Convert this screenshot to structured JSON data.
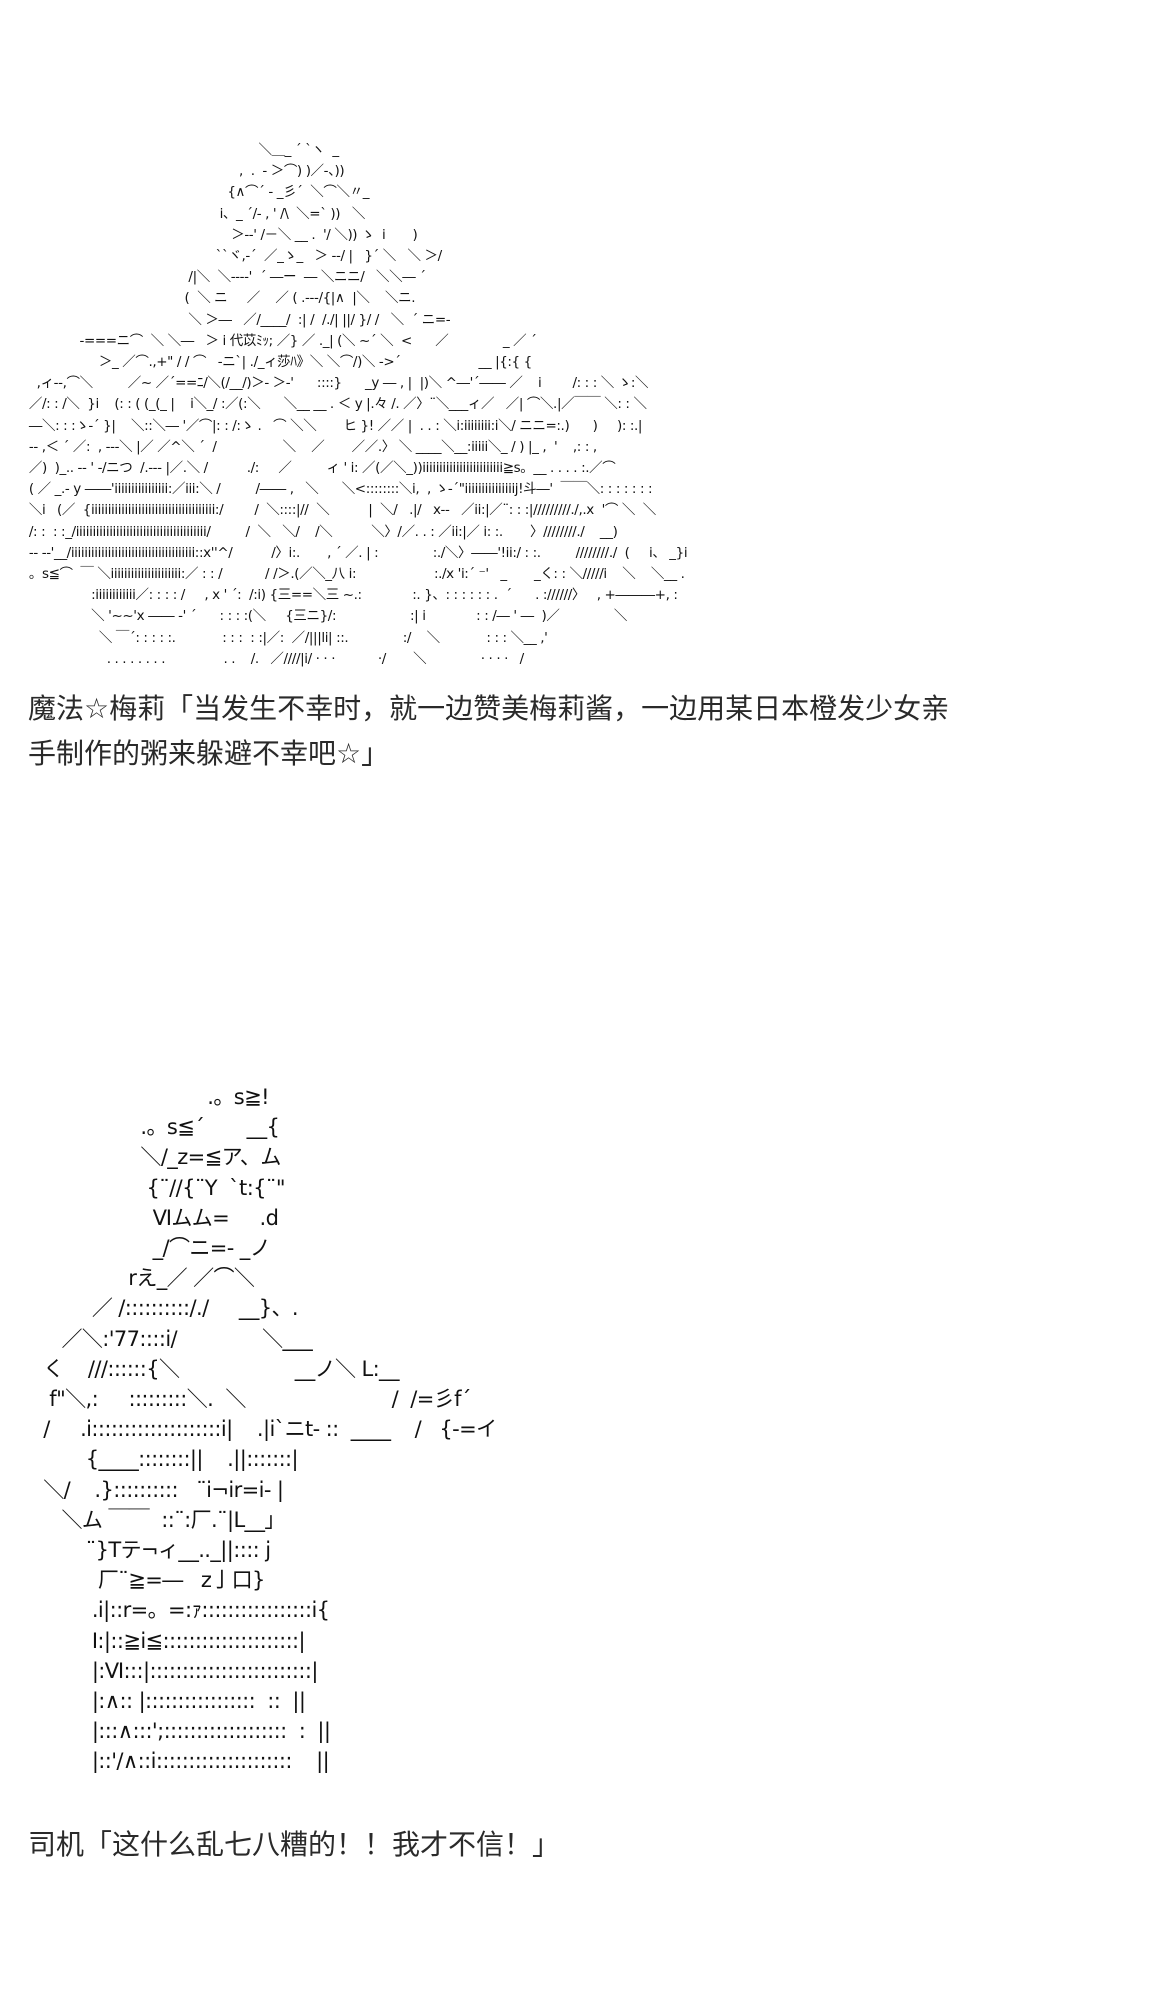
{
  "art_top": [
    "                                                            ＼＿_ ´ `ヽ  _",
    "                                                       ,  .  - ＞⌒) )／-、))",
    "                                                    {∧⌒´ - _彡´  ＼⌒＼〃_",
    "                                                  i、_ ´/- , ' /\\  ＼=` ))   ＼",
    "                                                     ＞--' /－＼ __ .  '/ ＼)) ゝ  i       )",
    "                                                 ``ヾ,-´  ／_ゝ_   ＞ --/ |   }´ ＼   ＼ ＞/",
    "                                          /|＼  ＼---‐'  ´ ―ー  ― ＼ニニ/   ＼＼― ´",
    "                                         (  ＼ ニ     ／    ／ ( .---/{|∧  |＼    ＼ニ.",
    "                                          ＼ ＞―   ／/____/  :| /  /./| ||/ }/ /   ＼  ´ ニ=-",
    "              -===ニ⌒  ＼ ＼―   ＞ i 代苡ﾐｯ; ／} ／ ._| (＼ ~´ ＼  <      ／              _ ／ ´",
    "                   ＞_ ／⌒.,+\" / / ⌒   -ニ`| ./_ィ莎ﾊ》＼ ＼⌒/)＼ ->´                    __ |{:{ {",
    "   ,ィ--,⌒＼         ／~ ／´==ﾆ/＼(/__/)＞- ＞-'      ::::}      _y ― , |  |)＼ ^―'´―― ／    i        /: : : ＼ ゝ:＼",
    " ／/: : /＼  }i    (: : ( (_(_ |    i＼_/ :／(:＼      ＼__ __ . ＜ y |.々 /. ／〉¨＼___ィ／   ／| ⌒＼.|／￣￣ ＼: : ＼",
    " ―＼: : :ゝ-´ }|    ＼::＼― '／⌒|: : /:ゝ .   ⌒ ＼＼       ヒ }! ／／ |  . . : ＼i:iiiiiiii:i＼/ ニニ=:.)      )     ): :.|",
    " -- ,＜ ´ ／:  , ---＼ |／ ／^＼ ´  /                 ＼    ／       ／／.〉 ＼ ____＼__:iiiii＼_ / ) |_ ,  '    ,: : ,",
    " ／)  )_.. -- ' -/ニつ  /.--- |／.＼ /          ./:     ／         ィ ' i: ／(／＼_))iiiiiiiiiiiiiiiiiiiiiiii≧s。__ . . . . :.／⌒",
    " ( ／ _.- y ――'iiiiiiiiiiiiiiii:／iii:＼ /         /―― ,   ＼      ＼<::::::::＼i,  , ゝ-´\"iiiiiiiiiiiiiiij!斗―'  ￣￣＼: : : : : : :",
    " ＼i   (／  {iiiiiiiiiiiiiiiiiiiiiiiiiiiiiiiiiiiii:/        /  ＼::::|//  ＼          |  ＼/   .|/   x--   ／ii:|／¨: : :|/////////./,.x  '⌒ ＼  ＼",
    " /: :  : :_/iiiiiiiiiiiiiiiiiiiiiiiiiiiiiiiiiiiiiii/         /  ＼   ＼/    /＼          ＼〉/／. . : ／ii:|／ i: :.       〉////////./    __)",
    " -- --'__/iiiiiiiiiiiiiiiiiiiiiiiiiiiiiiiiiiiii::x''^/          /〉i:.       , ´ ／. | :              :./＼〉――'!ii:/ : :.         ////////./  (     i、 _}i",
    " 。s≦⌒  ￣ ＼iiiiiiiiiiiiiiiiiiiii:／ : : /           / /＞.(／＼_八 i:                    :./x 'i:´ ⁻'   _       _く: : ＼/////i    ＼    ＼__ .",
    "                 :iiiiiiiiiiii／: : : : /     , x ' ´:  /:i) {三==＼三 ~.:             :. }、: : : : : : .  ´      . ://////〉   , +―――+, :",
    "                 ＼ '~~'x ―― -' ´      : : : :(＼     {三ニ}/:                   :| i             : : /― ' ―  )／              ＼",
    "                   ＼ ￣´: : : : :.            : : :  : :|／:  ／/|||li| ::.              :/    ＼            : : : ＼__ ,'",
    "                     . . . . . . . .               . .    /.   ／////|i/ · · ·           ·/       ＼              · · · ·   /"
  ],
  "caption_top": [
    "魔法☆梅莉「当发生不幸时，就一边赞美梅莉酱，一边用某日本橙发少女亲",
    "手制作的粥来躲避不幸吧☆」"
  ],
  "art_bottom": [
    "                              .。s≧!",
    "                   .。s≦´       __{",
    "                   ＼/_z=≦ア、ム",
    "                    {¨//{¨Y  `t:{¨\"",
    "                     Ⅵムム=     .d",
    "                     _/⌒ニ=- _ノ",
    "                 rえ_／ ／⌒＼",
    "           ／ /::::::::::/./     __}、.",
    "      ／＼:'77::::i/              ＼___",
    "   く    ///::::::{＼                   __ノ＼ L:__",
    "    f\"＼,:     :::::::::＼.  ＼                        /  /=彡f´",
    "   /     .i::::::::::::::::::::i|    .|i`ニt- ::  ____    /   {-=イ",
    "          {____::::::::||    .||:::::::|",
    "   ＼/    .}::::::::::   ¨i¬ir=i- |",
    "      ＼ム ￣￣  ::¨:厂.¨|L__」",
    "          ¨}Tテ¬ィ__.._||:::: j",
    "            厂¨≧=―   z亅口}",
    "           .i|::r=。=:ｧ:::::::::::::::::i{",
    "           I:|::≧i≦:::::::::::::::::::::|",
    "           |:Ⅵ:::|:::::::::::::::::::::::::|",
    "           |:∧:: |:::::::::::::::::  ::  ||",
    "           |:::∧:::';:::::::::::::::::::  :  ||",
    "           |::'/∧::i:::::::::::::::::::::    ||"
  ],
  "caption_bottom": "司机「这什么乱七八糟的！！我才不信！」"
}
